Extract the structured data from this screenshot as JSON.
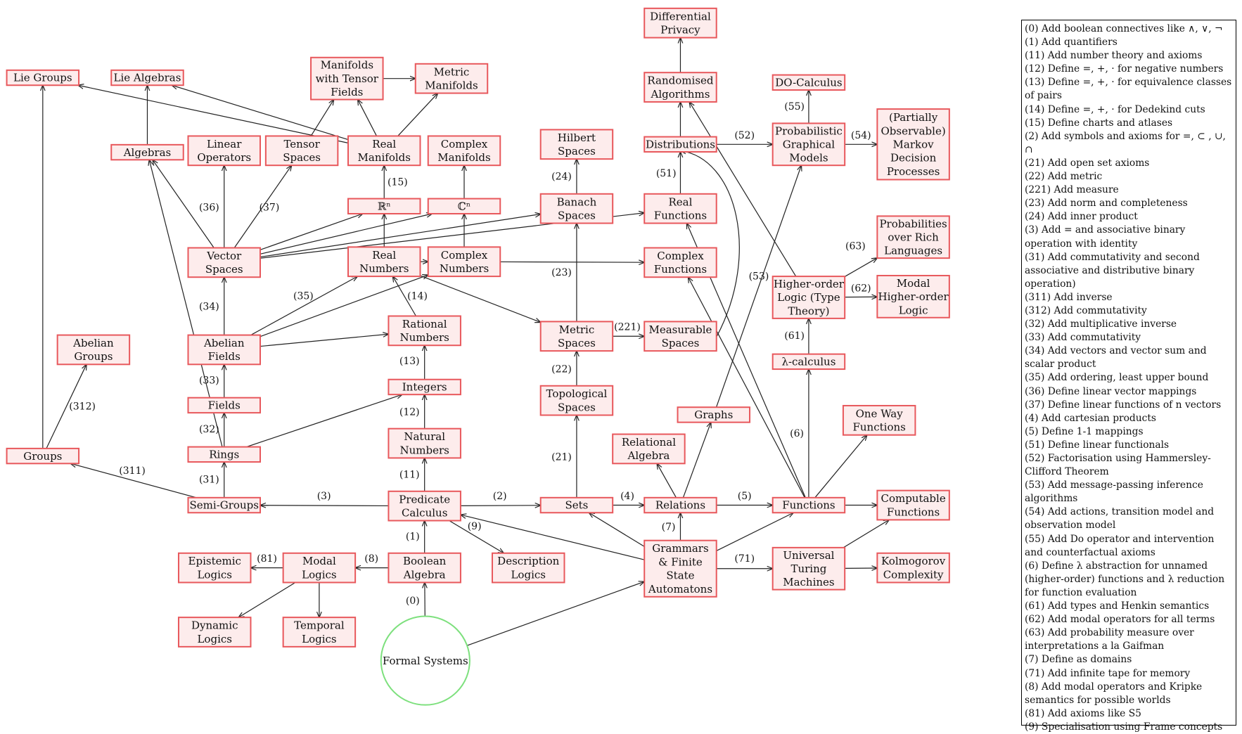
{
  "nodes": [
    {
      "id": "formal",
      "label": "Formal Systems",
      "shape": "circle"
    },
    {
      "id": "predicate",
      "label": "Predicate\nCalculus"
    },
    {
      "id": "boolean",
      "label": "Boolean\nAlgebra"
    },
    {
      "id": "description",
      "label": "Description\nLogics"
    },
    {
      "id": "modal",
      "label": "Modal\nLogics"
    },
    {
      "id": "epistemic",
      "label": "Epistemic\nLogics"
    },
    {
      "id": "dynamic",
      "label": "Dynamic\nLogics"
    },
    {
      "id": "temporal",
      "label": "Temporal\nLogics"
    },
    {
      "id": "semigroups",
      "label": "Semi-Groups"
    },
    {
      "id": "groups",
      "label": "Groups"
    },
    {
      "id": "abelian_groups",
      "label": "Abelian\nGroups"
    },
    {
      "id": "rings",
      "label": "Rings"
    },
    {
      "id": "fields",
      "label": "Fields"
    },
    {
      "id": "abelian_fields",
      "label": "Abelian\nFields"
    },
    {
      "id": "vector_spaces",
      "label": "Vector\nSpaces"
    },
    {
      "id": "algebras",
      "label": "Algebras"
    },
    {
      "id": "lie_groups",
      "label": "Lie Groups"
    },
    {
      "id": "lie_algebras",
      "label": "Lie Algebras"
    },
    {
      "id": "linear_ops",
      "label": "Linear\nOperators"
    },
    {
      "id": "tensor_spaces",
      "label": "Tensor\nSpaces"
    },
    {
      "id": "manifolds_tensor",
      "label": "Manifolds\nwith Tensor\nFields"
    },
    {
      "id": "metric_manifolds",
      "label": "Metric\nManifolds"
    },
    {
      "id": "real_manifolds",
      "label": "Real\nManifolds"
    },
    {
      "id": "complex_manifolds",
      "label": "Complex\nManifolds"
    },
    {
      "id": "rn",
      "label": "ℝⁿ"
    },
    {
      "id": "cn",
      "label": "ℂⁿ"
    },
    {
      "id": "real_numbers",
      "label": "Real\nNumbers"
    },
    {
      "id": "complex_numbers",
      "label": "Complex\nNumbers"
    },
    {
      "id": "rational",
      "label": "Rational\nNumbers"
    },
    {
      "id": "integers",
      "label": "Integers"
    },
    {
      "id": "naturals",
      "label": "Natural\nNumbers"
    },
    {
      "id": "sets",
      "label": "Sets"
    },
    {
      "id": "topological",
      "label": "Topological\nSpaces"
    },
    {
      "id": "metric_spaces",
      "label": "Metric\nSpaces"
    },
    {
      "id": "banach",
      "label": "Banach\nSpaces"
    },
    {
      "id": "hilbert",
      "label": "Hilbert\nSpaces"
    },
    {
      "id": "relations",
      "label": "Relations"
    },
    {
      "id": "relational_algebra",
      "label": "Relational\nAlgebra"
    },
    {
      "id": "graphs",
      "label": "Graphs"
    },
    {
      "id": "grammars",
      "label": "Grammars\n& Finite\nState\nAutomatons"
    },
    {
      "id": "measurable",
      "label": "Measurable\nSpaces"
    },
    {
      "id": "complex_functions",
      "label": "Complex\nFunctions"
    },
    {
      "id": "real_functions",
      "label": "Real\nFunctions"
    },
    {
      "id": "distributions",
      "label": "Distributions"
    },
    {
      "id": "randomised",
      "label": "Randomised\nAlgorithms"
    },
    {
      "id": "diff_privacy",
      "label": "Differential\nPrivacy"
    },
    {
      "id": "functions",
      "label": "Functions"
    },
    {
      "id": "utm",
      "label": "Universal\nTuring\nMachines"
    },
    {
      "id": "lambda",
      "label": "λ-calculus"
    },
    {
      "id": "higher_order",
      "label": "Higher-order\nLogic (Type\nTheory)"
    },
    {
      "id": "pgm",
      "label": "Probabilistic\nGraphical\nModels"
    },
    {
      "id": "do_calculus",
      "label": "DO-Calculus"
    },
    {
      "id": "pomdp",
      "label": "(Partially\nObservable)\nMarkov\nDecision\nProcesses"
    },
    {
      "id": "prob_rich",
      "label": "Probabilities\nover Rich\nLanguages"
    },
    {
      "id": "modal_hol",
      "label": "Modal\nHigher-order\nLogic"
    },
    {
      "id": "one_way",
      "label": "One Way\nFunctions"
    },
    {
      "id": "computable",
      "label": "Computable\nFunctions"
    },
    {
      "id": "kolmogorov",
      "label": "Kolmogorov\nComplexity"
    }
  ],
  "edges": [
    {
      "from": "formal",
      "to": "boolean",
      "label": "(0)"
    },
    {
      "from": "formal",
      "to": "grammars",
      "label": ""
    },
    {
      "from": "boolean",
      "to": "predicate",
      "label": "(1)"
    },
    {
      "from": "boolean",
      "to": "modal",
      "label": "(8)"
    },
    {
      "from": "modal",
      "to": "epistemic",
      "label": "(81)"
    },
    {
      "from": "modal",
      "to": "dynamic",
      "label": ""
    },
    {
      "from": "modal",
      "to": "temporal",
      "label": ""
    },
    {
      "from": "predicate",
      "to": "description",
      "label": "(9)"
    },
    {
      "from": "predicate",
      "to": "semigroups",
      "label": "(3)"
    },
    {
      "from": "predicate",
      "to": "sets",
      "label": "(2)"
    },
    {
      "from": "predicate",
      "to": "naturals",
      "label": "(11)"
    },
    {
      "from": "naturals",
      "to": "integers",
      "label": "(12)"
    },
    {
      "from": "integers",
      "to": "rational",
      "label": "(13)"
    },
    {
      "from": "rational",
      "to": "real_numbers",
      "label": "(14)"
    },
    {
      "from": "semigroups",
      "to": "groups",
      "label": "(311)"
    },
    {
      "from": "semigroups",
      "to": "rings",
      "label": "(31)"
    },
    {
      "from": "groups",
      "to": "abelian_groups",
      "label": "(312)"
    },
    {
      "from": "groups",
      "to": "lie_groups",
      "label": ""
    },
    {
      "from": "rings",
      "to": "fields",
      "label": "(32)"
    },
    {
      "from": "rings",
      "to": "integers",
      "label": ""
    },
    {
      "from": "rings",
      "to": "algebras",
      "label": ""
    },
    {
      "from": "fields",
      "to": "abelian_fields",
      "label": "(33)"
    },
    {
      "from": "abelian_fields",
      "to": "vector_spaces",
      "label": "(34)"
    },
    {
      "from": "abelian_fields",
      "to": "real_numbers",
      "label": "(35)"
    },
    {
      "from": "abelian_fields",
      "to": "complex_numbers",
      "label": ""
    },
    {
      "from": "abelian_fields",
      "to": "rational",
      "label": ""
    },
    {
      "from": "vector_spaces",
      "to": "linear_ops",
      "label": "(36)"
    },
    {
      "from": "vector_spaces",
      "to": "tensor_spaces",
      "label": "(37)"
    },
    {
      "from": "vector_spaces",
      "to": "algebras",
      "label": ""
    },
    {
      "from": "vector_spaces",
      "to": "rn",
      "label": ""
    },
    {
      "from": "vector_spaces",
      "to": "cn",
      "label": ""
    },
    {
      "from": "vector_spaces",
      "to": "banach",
      "label": ""
    },
    {
      "from": "vector_spaces",
      "to": "real_functions",
      "label": ""
    },
    {
      "from": "algebras",
      "to": "lie_algebras",
      "label": ""
    },
    {
      "from": "real_manifolds",
      "to": "lie_groups",
      "label": ""
    },
    {
      "from": "real_manifolds",
      "to": "lie_algebras",
      "label": ""
    },
    {
      "from": "real_manifolds",
      "to": "manifolds_tensor",
      "label": ""
    },
    {
      "from": "real_manifolds",
      "to": "metric_manifolds",
      "label": ""
    },
    {
      "from": "tensor_spaces",
      "to": "manifolds_tensor",
      "label": ""
    },
    {
      "from": "manifolds_tensor",
      "to": "metric_manifolds",
      "label": ""
    },
    {
      "from": "rn",
      "to": "real_manifolds",
      "label": "(15)"
    },
    {
      "from": "cn",
      "to": "complex_manifolds",
      "label": ""
    },
    {
      "from": "real_numbers",
      "to": "rn",
      "label": ""
    },
    {
      "from": "real_numbers",
      "to": "complex_numbers",
      "label": ""
    },
    {
      "from": "real_numbers",
      "to": "metric_spaces",
      "label": ""
    },
    {
      "from": "complex_numbers",
      "to": "cn",
      "label": ""
    },
    {
      "from": "complex_numbers",
      "to": "complex_functions",
      "label": ""
    },
    {
      "from": "sets",
      "to": "topological",
      "label": "(21)"
    },
    {
      "from": "sets",
      "to": "relations",
      "label": "(4)"
    },
    {
      "from": "topological",
      "to": "metric_spaces",
      "label": "(22)"
    },
    {
      "from": "metric_spaces",
      "to": "banach",
      "label": "(23)"
    },
    {
      "from": "metric_spaces",
      "to": "measurable",
      "label": "(221)"
    },
    {
      "from": "banach",
      "to": "hilbert",
      "label": "(24)"
    },
    {
      "from": "relations",
      "to": "functions",
      "label": "(5)"
    },
    {
      "from": "relations",
      "to": "relational_algebra",
      "label": ""
    },
    {
      "from": "relations",
      "to": "graphs",
      "label": ""
    },
    {
      "from": "grammars",
      "to": "relations",
      "label": "(7)"
    },
    {
      "from": "grammars",
      "to": "sets",
      "label": ""
    },
    {
      "from": "grammars",
      "to": "functions",
      "label": ""
    },
    {
      "from": "grammars",
      "to": "predicate",
      "label": ""
    },
    {
      "from": "grammars",
      "to": "utm",
      "label": "(71)"
    },
    {
      "from": "graphs",
      "to": "pgm",
      "label": "(53)"
    },
    {
      "from": "measurable",
      "to": "distributions",
      "label": ""
    },
    {
      "from": "real_functions",
      "to": "distributions",
      "label": "(51)"
    },
    {
      "from": "distributions",
      "to": "randomised",
      "label": ""
    },
    {
      "from": "distributions",
      "to": "pgm",
      "label": "(52)"
    },
    {
      "from": "randomised",
      "to": "diff_privacy",
      "label": ""
    },
    {
      "from": "functions",
      "to": "lambda",
      "label": "(6)"
    },
    {
      "from": "functions",
      "to": "computable",
      "label": ""
    },
    {
      "from": "functions",
      "to": "one_way",
      "label": ""
    },
    {
      "from": "functions",
      "to": "complex_functions",
      "label": ""
    },
    {
      "from": "functions",
      "to": "real_functions",
      "label": ""
    },
    {
      "from": "lambda",
      "to": "higher_order",
      "label": "(61)"
    },
    {
      "from": "higher_order",
      "to": "modal_hol",
      "label": "(62)"
    },
    {
      "from": "higher_order",
      "to": "prob_rich",
      "label": "(63)"
    },
    {
      "from": "higher_order",
      "to": "randomised",
      "label": ""
    },
    {
      "from": "pgm",
      "to": "do_calculus",
      "label": "(55)"
    },
    {
      "from": "pgm",
      "to": "pomdp",
      "label": "(54)"
    },
    {
      "from": "utm",
      "to": "kolmogorov",
      "label": ""
    },
    {
      "from": "utm",
      "to": "computable",
      "label": ""
    }
  ],
  "legend": [
    "(0) Add boolean connectives like ∧, ∨, ¬",
    "(1) Add quantifiers",
    "(11) Add number theory and axioms",
    "(12) Define =, +, · for negative numbers",
    "(13) Define =, +, · for equivalence classes of pairs",
    "(14) Define =, +, · for Dedekind cuts",
    "(15) Define charts and atlases",
    "(2) Add symbols and axioms for =, ⊂ , ∪, ∩",
    "(21) Add open set axioms",
    "(22) Add metric",
    "(221) Add measure",
    "(23) Add norm and completeness",
    "(24) Add inner product",
    "(3) Add = and associative binary operation with identity",
    "(31) Add commutativity and second associative and distributive binary operation)",
    "(311) Add inverse",
    "(312) Add commutativity",
    "(32) Add multiplicative inverse",
    "(33) Add commutativity",
    "(34) Add vectors and vector sum and scalar product",
    "(35) Add ordering, least upper bound",
    "(36) Define linear vector mappings",
    "(37) Define linear functions of n vectors",
    "(4) Add cartesian products",
    "(5) Define 1-1 mappings",
    "(51) Define linear functionals",
    "(52) Factorisation using Hammersley-Clifford Theorem",
    "(53) Add message-passing inference algorithms",
    "(54) Add actions, transition model and observation model",
    "(55) Add Do operator and intervention and counterfactual axioms",
    "(6) Define λ abstraction for unnamed (higher-order) functions and λ reduction for function evaluation",
    "(61) Add types and Henkin semantics",
    "(62) Add modal operators for all terms",
    "(63) Add probability measure over interpretations a la Gaifman",
    "(7) Define as domains",
    "(71) Add infinite tape for memory",
    "(8) Add modal operators and Kripke semantics for possible worlds",
    "(81) Add axioms like S5",
    "(9) Specialisation using Frame concepts"
  ],
  "colors": {
    "node_border": "#e8585c",
    "node_fill": "#fdecec",
    "circle_border": "#7de07d",
    "edge": "#222222"
  }
}
